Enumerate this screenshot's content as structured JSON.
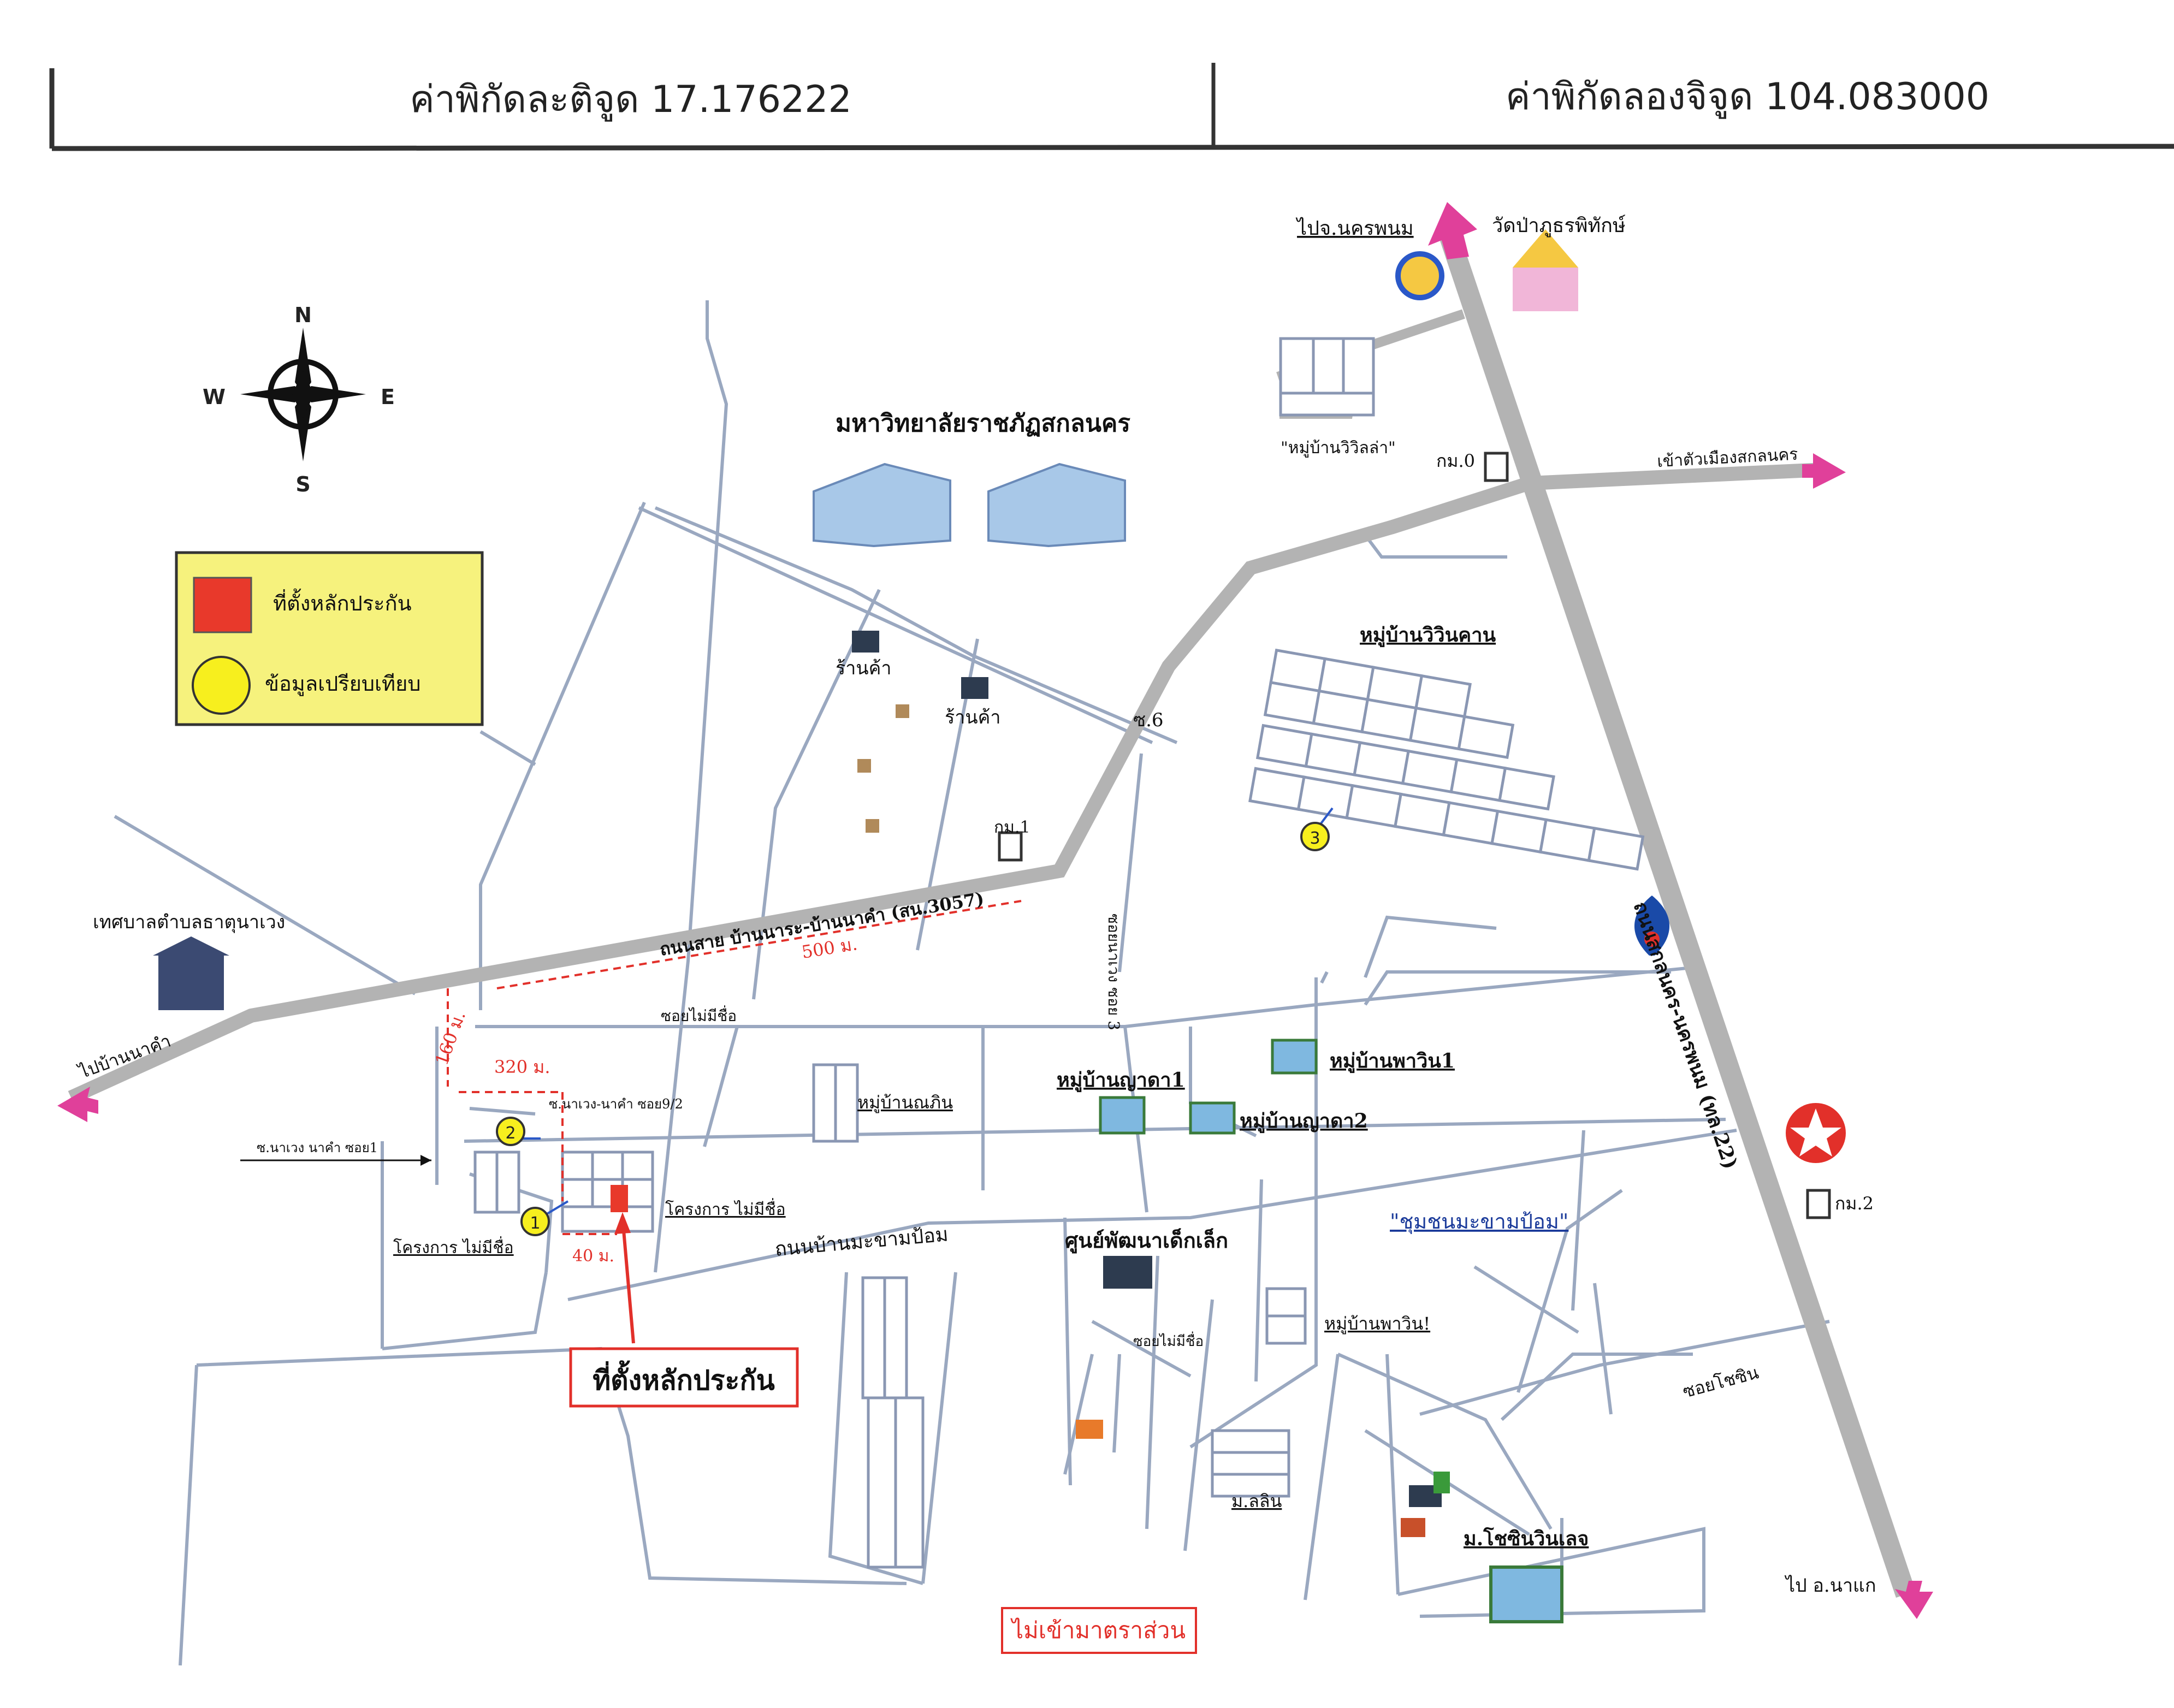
{
  "header": {
    "latitude_label": "ค่าพิกัดละติจูด 17.176222",
    "longitude_label": "ค่าพิกัดลองจิจูด 104.083000"
  },
  "compass": {
    "n": "N",
    "s": "S",
    "e": "E",
    "w": "W",
    "icon": "compass-rose-icon"
  },
  "legend": {
    "collateral_label": "ที่ตั้งหลักประกัน",
    "collateral_color": "#e8392b",
    "comparison_label": "ข้อมูลเปรียบเทียบ",
    "comparison_color": "#f7ef1e",
    "background": "#f6f27d"
  },
  "places": {
    "university": "มหาวิทยาลัยราชภัฏสกลนคร",
    "to_nakhon_phanom": "ไปจ.นครพนม",
    "temple": "วัดป่าภูธรพิทักษ์",
    "villa_village": "\"หมู่บ้านวิวิลล่า\"",
    "km0": "กม.0",
    "to_city": "เข้าตัวเมืองสกลนคร",
    "shop1": "ร้านค้า",
    "shop2": "ร้านค้า",
    "soi6": "ซ.6",
    "viewwinkan": "หมู่บ้านวิวินคาน",
    "km1": "กม.1",
    "municipality": "เทศบาลตำบลธาตุนาเวง",
    "main_road": "ถนนสาย บ้านนาระ-บ้านนาคำ (สน.3057)",
    "dist_500": "500 ม.",
    "soi3": "ซอยนาเวง ซอย 3",
    "highway": "ถนนสกลนคร-นครพนม (ทล.22)",
    "to_ban_na_kham": "ไปบ้านนาคำ",
    "dist_160": "160 ม.",
    "soi_no_name": "ซอยไม่มีชื่อ",
    "dist_320": "320 ม.",
    "soi_na_weang_1": "ซ.นาเวง-นาคำ ซอย9/2",
    "soi_na_weang_2": "ซ.นาเวง นาคำ ซอย1",
    "project_no_name1": "โครงการ ไม่มีชื่อ",
    "project_no_name2": "โครงการ ไม่มีชื่อ",
    "dist_40": "40 ม.",
    "ban_nakin": "หมู่บ้านณภิน",
    "ban_nakha1": "หมู่บ้านญาดา1",
    "ban_nakha2": "หมู่บ้านญาดา2",
    "ban_phawin1": "หมู่บ้านพาวิน1",
    "road_makham": "ถนนบ้านมะขามป้อม",
    "child_center": "ศูนย์พัฒนาเด็กเล็ก",
    "community": "\"ชุมชนมะขามป้อม\"",
    "km2": "กม.2",
    "soi_no_name2": "ซอยไม่มีชื่อ",
    "ban_phawin": "หมู่บ้านพาวิน!",
    "collateral_callout": "ที่ตั้งหลักประกัน",
    "soi_chosin": "ซอยโชซิน",
    "m_lin": "ม.ลลิน",
    "chosin_village": "ม.โชซินวินเลจ",
    "to_na_kae": "ไป อ.นาแก",
    "not_to_scale": "ไม่เข้ามาตราส่วน",
    "marker1": "1",
    "marker2": "2",
    "marker3": "3"
  },
  "colors": {
    "main_road": "#b3b3b3",
    "arrow": "#e0409a",
    "dim_line": "#e2302a",
    "callout": "#e2302a"
  }
}
